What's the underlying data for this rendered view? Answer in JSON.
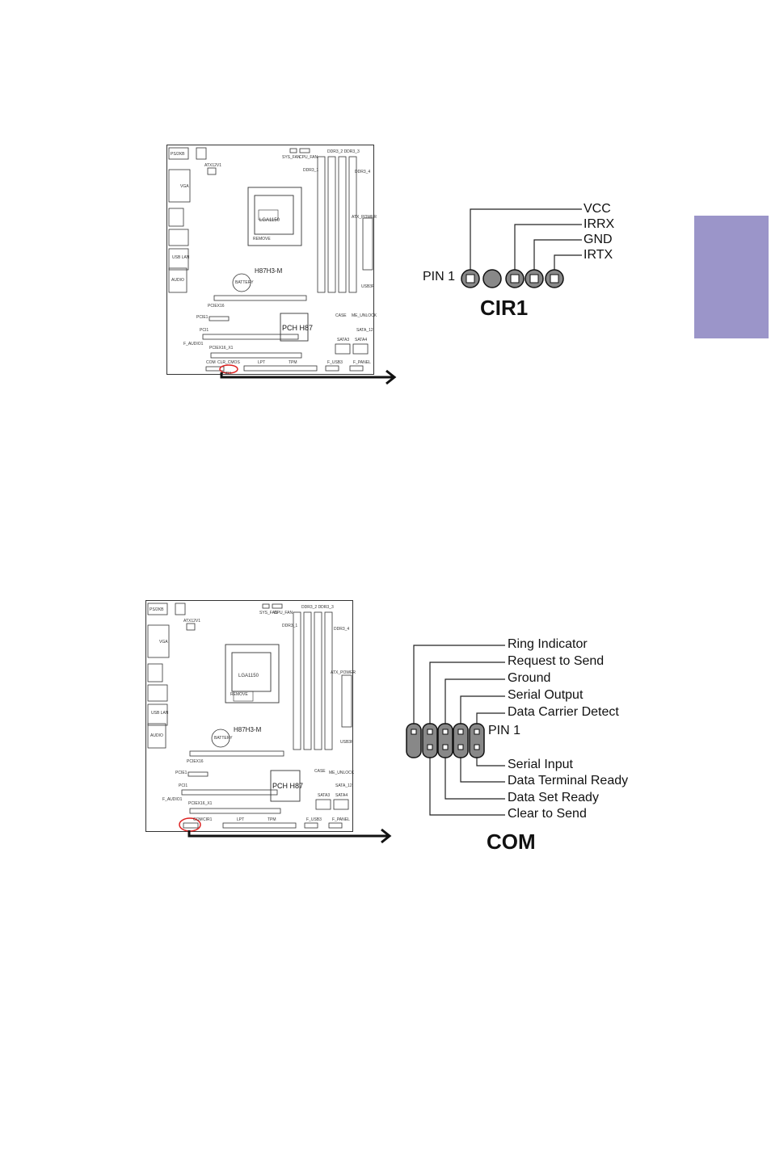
{
  "side_tab": {
    "color": "#9b95c9"
  },
  "figure_cir": {
    "board": {
      "ps2": "PS/2KB",
      "atx12v": "ATX12V1",
      "sys_fan": "SYS_FAN",
      "cpu_fan": "CPU_FAN",
      "ddr_top": "DDR3_2  DDR3_3",
      "ddr1": "DDR3_1",
      "ddr4": "DDR3_4",
      "atx_power": "ATX_POWER",
      "cpu_socket": "LGA1150",
      "remove": "REMOVE",
      "model": "H87H3-M",
      "battery": "BATTERY",
      "pciex16": "PCIEX16",
      "pcie1": "PCIE1",
      "pci1": "PCI1",
      "pch": "PCH H87",
      "pciex16_2": "PCIEX16_X1",
      "f_audio": "F_AUDIO1",
      "audio": "AUDIO",
      "vga": "VGA",
      "usb_lan": "USB LAN",
      "sata3": "SATA3",
      "sata4": "SATA4",
      "sata_12": "SATA_12",
      "f_panel": "F_PANEL",
      "f_usb": "F_USB3",
      "lpt": "LPT",
      "tpm": "TPM",
      "clr_cmos": "CLR_CMOS",
      "usb3f": "USB3F",
      "case": "CASE",
      "me_unlock": "ME_UNLOCK",
      "com": "COM",
      "cir": "CIR1"
    },
    "diagram": {
      "pin_labels": [
        "VCC",
        "IRRX",
        "GND",
        "IRTX"
      ],
      "pin1": "PIN 1",
      "title": "CIR1"
    }
  },
  "figure_com": {
    "board": {
      "ps2": "PS/2KB",
      "atx12v": "ATX12V1",
      "sys_fan": "SYS_FAN",
      "cpu_fan": "CPU_FAN",
      "ddr_top": "DDR3_2  DDR3_3",
      "ddr1": "DDR3_1",
      "ddr4": "DDR3_4",
      "atx_power": "ATX_POWER",
      "cpu_socket": "LGA1150",
      "remove": "REMOVE",
      "model": "H87H3-M",
      "battery": "BATTERY",
      "pciex16": "PCIEX16",
      "pcie1": "PCIE1",
      "pci1": "PCI1",
      "pch": "PCH H87",
      "pciex16_2": "PCIEX16_X1",
      "f_audio": "F_AUDIO1",
      "audio": "AUDIO",
      "vga": "VGA",
      "usb_lan": "USB LAN",
      "sata3": "SATA3",
      "sata4": "SATA4",
      "sata_12": "SATA_12",
      "f_panel": "F_PANEL",
      "f_usb": "F_USB3",
      "lpt": "LPT",
      "tpm": "TPM",
      "usb3f": "USB3F",
      "case": "CASE",
      "me_unlock": "ME_UNLOCK",
      "com": "COM",
      "cir": "CIR1"
    },
    "diagram": {
      "top_labels": [
        "Ring Indicator",
        "Request to Send",
        "Ground",
        "Serial Output",
        "Data Carrier Detect"
      ],
      "pin1": "PIN 1",
      "bottom_labels": [
        "Serial Input",
        "Data Terminal Ready",
        "Data Set Ready",
        "Clear to Send"
      ],
      "title": "COM"
    }
  }
}
